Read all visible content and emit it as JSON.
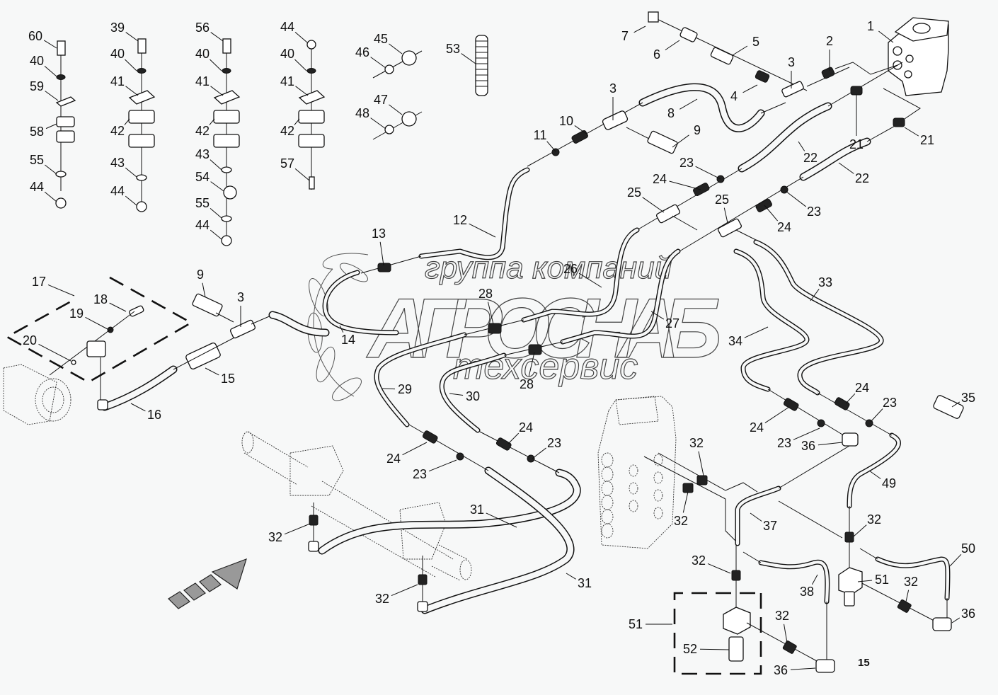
{
  "diagram": {
    "title": "Hydraulic steering and valve lines — exploded parts view",
    "sheet_number": "15",
    "watermark": {
      "line1": "группа компаний",
      "line2": "АГРОСНАБ",
      "line3": "техсервис"
    },
    "callouts": [
      {
        "id": "c60",
        "text": "60"
      },
      {
        "id": "c40a",
        "text": "40"
      },
      {
        "id": "c59",
        "text": "59"
      },
      {
        "id": "c58",
        "text": "58"
      },
      {
        "id": "c55a",
        "text": "55"
      },
      {
        "id": "c44a",
        "text": "44"
      },
      {
        "id": "c39",
        "text": "39"
      },
      {
        "id": "c40b",
        "text": "40"
      },
      {
        "id": "c41a",
        "text": "41"
      },
      {
        "id": "c42a",
        "text": "42"
      },
      {
        "id": "c43a",
        "text": "43"
      },
      {
        "id": "c44b",
        "text": "44"
      },
      {
        "id": "c56",
        "text": "56"
      },
      {
        "id": "c40c",
        "text": "40"
      },
      {
        "id": "c41b",
        "text": "41"
      },
      {
        "id": "c42b",
        "text": "42"
      },
      {
        "id": "c43b",
        "text": "43"
      },
      {
        "id": "c54",
        "text": "54"
      },
      {
        "id": "c55b",
        "text": "55"
      },
      {
        "id": "c44c",
        "text": "44"
      },
      {
        "id": "c44d",
        "text": "44"
      },
      {
        "id": "c40d",
        "text": "40"
      },
      {
        "id": "c41c",
        "text": "41"
      },
      {
        "id": "c42c",
        "text": "42"
      },
      {
        "id": "c57",
        "text": "57"
      },
      {
        "id": "c45",
        "text": "45"
      },
      {
        "id": "c46",
        "text": "46"
      },
      {
        "id": "c47",
        "text": "47"
      },
      {
        "id": "c48",
        "text": "48"
      },
      {
        "id": "c53",
        "text": "53"
      },
      {
        "id": "c7",
        "text": "7"
      },
      {
        "id": "c6",
        "text": "6"
      },
      {
        "id": "c5",
        "text": "5"
      },
      {
        "id": "c4",
        "text": "4"
      },
      {
        "id": "c3a",
        "text": "3"
      },
      {
        "id": "c2",
        "text": "2"
      },
      {
        "id": "c1",
        "text": "1"
      },
      {
        "id": "c3b",
        "text": "3"
      },
      {
        "id": "c8",
        "text": "8"
      },
      {
        "id": "c10",
        "text": "10"
      },
      {
        "id": "c11",
        "text": "11"
      },
      {
        "id": "c9a",
        "text": "9"
      },
      {
        "id": "c21a",
        "text": "21"
      },
      {
        "id": "c21b",
        "text": "21"
      },
      {
        "id": "c22a",
        "text": "22"
      },
      {
        "id": "c22b",
        "text": "22"
      },
      {
        "id": "c23a",
        "text": "23"
      },
      {
        "id": "c24a",
        "text": "24"
      },
      {
        "id": "c25a",
        "text": "25"
      },
      {
        "id": "c25b",
        "text": "25"
      },
      {
        "id": "c24b",
        "text": "24"
      },
      {
        "id": "c23b",
        "text": "23"
      },
      {
        "id": "c12",
        "text": "12"
      },
      {
        "id": "c13",
        "text": "13"
      },
      {
        "id": "c14",
        "text": "14"
      },
      {
        "id": "c26",
        "text": "26"
      },
      {
        "id": "c27",
        "text": "27"
      },
      {
        "id": "c28a",
        "text": "28"
      },
      {
        "id": "c28b",
        "text": "28"
      },
      {
        "id": "c29",
        "text": "29"
      },
      {
        "id": "c30",
        "text": "30"
      },
      {
        "id": "c33",
        "text": "33"
      },
      {
        "id": "c34",
        "text": "34"
      },
      {
        "id": "c17",
        "text": "17"
      },
      {
        "id": "c18",
        "text": "18"
      },
      {
        "id": "c19",
        "text": "19"
      },
      {
        "id": "c20",
        "text": "20"
      },
      {
        "id": "c9b",
        "text": "9"
      },
      {
        "id": "c3c",
        "text": "3"
      },
      {
        "id": "c15",
        "text": "15"
      },
      {
        "id": "c16",
        "text": "16"
      },
      {
        "id": "c24c",
        "text": "24"
      },
      {
        "id": "c23c",
        "text": "23"
      },
      {
        "id": "c24d",
        "text": "24"
      },
      {
        "id": "c23d",
        "text": "23"
      },
      {
        "id": "c31a",
        "text": "31"
      },
      {
        "id": "c31b",
        "text": "31"
      },
      {
        "id": "c32a",
        "text": "32"
      },
      {
        "id": "c32b",
        "text": "32"
      },
      {
        "id": "c32c",
        "text": "32"
      },
      {
        "id": "c32d",
        "text": "32"
      },
      {
        "id": "c37",
        "text": "37"
      },
      {
        "id": "c24e",
        "text": "24"
      },
      {
        "id": "c23e",
        "text": "23"
      },
      {
        "id": "c24f",
        "text": "24"
      },
      {
        "id": "c23f",
        "text": "23"
      },
      {
        "id": "c36a",
        "text": "36"
      },
      {
        "id": "c35",
        "text": "35"
      },
      {
        "id": "c49",
        "text": "49"
      },
      {
        "id": "c32e",
        "text": "32"
      },
      {
        "id": "c32f",
        "text": "32"
      },
      {
        "id": "c38",
        "text": "38"
      },
      {
        "id": "c51a",
        "text": "51"
      },
      {
        "id": "c51b",
        "text": "51"
      },
      {
        "id": "c52",
        "text": "52"
      },
      {
        "id": "c32g",
        "text": "32"
      },
      {
        "id": "c36b",
        "text": "36"
      },
      {
        "id": "c50",
        "text": "50"
      },
      {
        "id": "c32h",
        "text": "32"
      },
      {
        "id": "c36c",
        "text": "36"
      }
    ]
  }
}
